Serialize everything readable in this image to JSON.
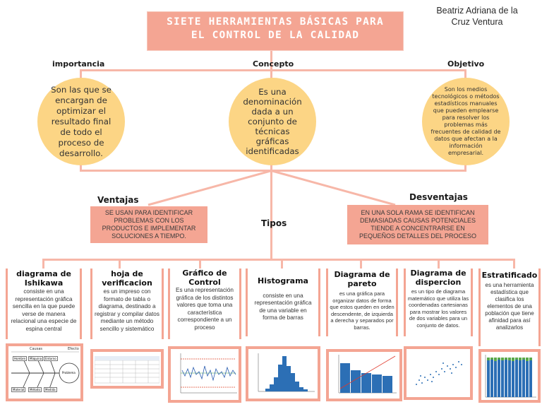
{
  "header": {
    "title_line1": "SIETE HERRAMIENTAS BÁSICAS PARA",
    "title_line2": "EL CONTROL DE LA CALIDAD",
    "author_line1": "Beatriz Adriana de la",
    "author_line2": "Cruz Ventura"
  },
  "sections": {
    "importancia": {
      "label": "importancia",
      "text": "Son las que se encargan de optimizar el resultado final de todo el proceso de desarrollo."
    },
    "concepto": {
      "label": "Concepto",
      "text": "Es una denominación dada a un conjunto de técnicas gráficas identificadas"
    },
    "objetivo": {
      "label": "Objetivo",
      "text": "Son los medios tecnológicos o métodos estadísticos manuales que pueden emplearse para resolver los problemas más frecuentes de calidad de datos que afectan a la información empresarial."
    }
  },
  "ventajas": {
    "label": "Ventajas",
    "text": "SE USAN PARA IDENTIFICAR PROBLEMAS CON LOS PRODUCTOS E IMPLEMENTAR SOLUCIONES A TIEMPO."
  },
  "desventajas": {
    "label": "Desventajas",
    "text": "EN UNA SOLA RAMA SE IDENTIFICAN DEMASIADAS CAUSAS POTENCIALES TIENDE A CONCENTRARSE EN PEQUEÑOS DETALLES DEL PROCESO"
  },
  "tipos": {
    "label": "Tipos",
    "tools": [
      {
        "title": "diagrama de Ishikawa",
        "desc": "consiste en una representación gráfica sencilla en la que puede verse de manera relacional una especie de espina central"
      },
      {
        "title": "hoja de verificacion",
        "desc": "es un impreso con formato de tabla o diagrama, destinado a registrar y compilar datos mediante un método sencillo y sistemático"
      },
      {
        "title": "Gráfico de Control",
        "desc": "Es una representación gráfica de los distintos valores que toma una característica correspondiente a un proceso"
      },
      {
        "title": "Histograma",
        "desc": "consiste en una representación gráfica de una variable en forma de barras"
      },
      {
        "title": "Diagrama de pareto",
        "desc": "es una gráfica para organizar datos de forma que estos queden en orden descendente, de izquierda a derecha y separados por barras."
      },
      {
        "title": "Diagrama de dispercion",
        "desc": "es un tipo de diagrama matemático que utiliza las coordenadas cartesianas para mostrar los valores de dos variables para un conjunto de datos."
      },
      {
        "title": "Estratificado",
        "desc": "es una herramienta estadística que clasifica los elementos de una población que tiene afinidad para así analizarlos"
      }
    ]
  },
  "ishikawa_thumb": {
    "causas": "Causas",
    "efecto": "Efecto",
    "top": [
      "Hombre",
      "Máquina",
      "Entorno"
    ],
    "bottom": [
      "Material",
      "Método",
      "Medida"
    ],
    "head": "Problema"
  },
  "colors": {
    "accent": "#f4a593",
    "circle": "#fcd585",
    "lines": "#f7b7a8"
  }
}
